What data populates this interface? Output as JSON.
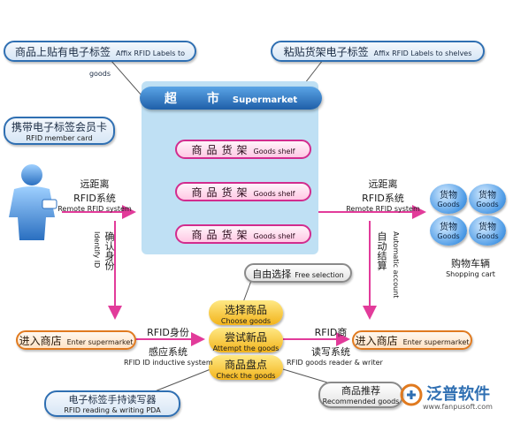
{
  "top_left_label": {
    "zh": "商品上贴有电子标签",
    "en": "Affix RFID Labels to goods"
  },
  "top_right_label": {
    "zh": "粘贴货架电子标签",
    "en": "Affix RFID Labels to shelves"
  },
  "supermarket": {
    "zh": "超　　市",
    "en": "Supermarket"
  },
  "shelves": [
    {
      "zh": "商品货架",
      "en": "Goods shelf"
    },
    {
      "zh": "商品货架",
      "en": "Goods shelf"
    },
    {
      "zh": "商品货架",
      "en": "Goods shelf"
    }
  ],
  "member_card": {
    "zh": "携带电子标签会员卡",
    "en": "RFID member card"
  },
  "left_rfid": {
    "line1": "远距离",
    "line2": "RFID系统",
    "en": "Remote RFID system"
  },
  "right_rfid": {
    "line1": "远距离",
    "line2": "RFID系统",
    "en": "Remote RFID system"
  },
  "identify": {
    "zh": "确认身份",
    "en": "Identify ID"
  },
  "auto_account": {
    "zh": "自动结算",
    "en": "Automatic account"
  },
  "cart_items": [
    {
      "zh": "货物",
      "en": "Goods"
    },
    {
      "zh": "货物",
      "en": "Goods"
    },
    {
      "zh": "货物",
      "en": "Goods"
    },
    {
      "zh": "货物",
      "en": "Goods"
    }
  ],
  "shopping_cart": {
    "zh": "购物车辆",
    "en": "Shopping cart"
  },
  "free_selection": {
    "zh": "自由选择",
    "en": "Free selection"
  },
  "choose_goods": {
    "zh": "选择商品",
    "en": "Choose goods"
  },
  "attempt_goods": {
    "zh": "尝试新品",
    "en": "Attempt the goods"
  },
  "check_goods": {
    "zh": "商品盘点",
    "en": "Check the goods"
  },
  "enter_left": {
    "zh": "进入商店",
    "en": "Enter supermarket"
  },
  "enter_right": {
    "zh": "进入商店",
    "en": "Enter supermarket"
  },
  "id_system": {
    "line1": "RFID身份",
    "line2": "感应系统",
    "en": "RFID ID inductive system"
  },
  "reader_system": {
    "line1": "RFID商",
    "line2": "读写系统",
    "en": "RFID goods reader & writer"
  },
  "pda": {
    "zh": "电子标签手持读写器",
    "en": "RFID reading & writing PDA"
  },
  "recommend": {
    "zh": "商品推荐",
    "en": "Recommended goods"
  },
  "brand": {
    "name": "泛普软件",
    "url": "www.fanpusoft.com"
  }
}
